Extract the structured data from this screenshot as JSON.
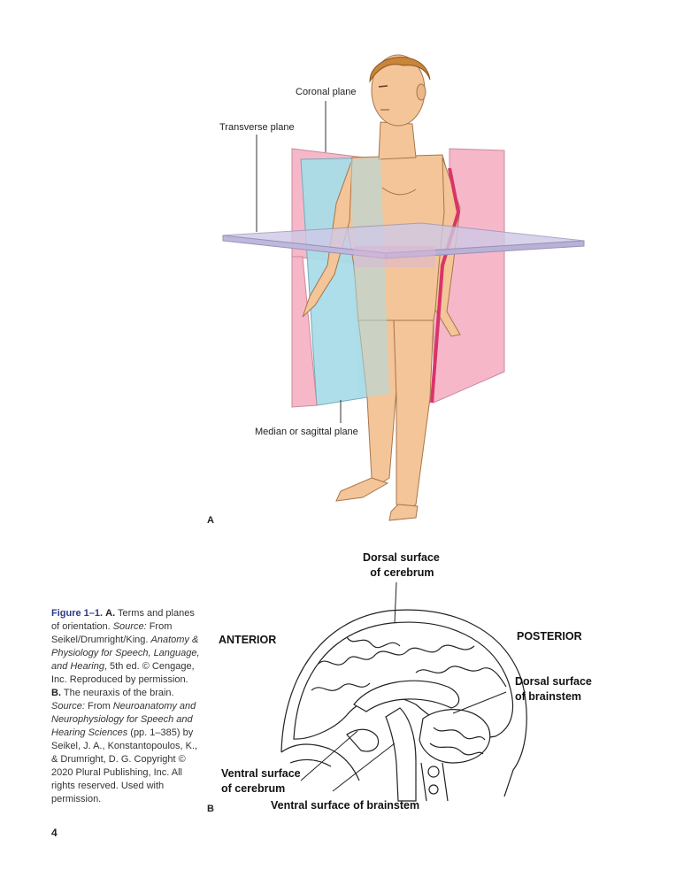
{
  "panel_a": {
    "letter": "A",
    "labels": {
      "coronal": "Coronal plane",
      "transverse": "Transverse plane",
      "median": "Median or sagittal plane"
    }
  },
  "panel_b": {
    "letter": "B",
    "labels": {
      "dorsal_cerebrum_1": "Dorsal surface",
      "dorsal_cerebrum_2": "of cerebrum",
      "anterior": "ANTERIOR",
      "posterior": "POSTERIOR",
      "dorsal_brainstem_1": "Dorsal surface",
      "dorsal_brainstem_2": "of brainstem",
      "ventral_cerebrum_1": "Ventral surface",
      "ventral_cerebrum_2": "of cerebrum",
      "ventral_brainstem": "Ventral surface of brainstem"
    }
  },
  "caption": {
    "figure_number": "Figure 1–1.",
    "a_letter": "A.",
    "a_text": "Terms and planes of orientation.",
    "source_label_1": "Source:",
    "source_1_pre": "From Seikel/Drumright/King.",
    "source_1_title": "Anatomy & Physiology for Speech, Language, and Hearing",
    "source_1_post": ", 5th ed. © Cengage, Inc. Reproduced by permission.",
    "b_letter": "B.",
    "b_text": "The neuraxis of the brain.",
    "source_label_2": "Source:",
    "source_2_pre": "From",
    "source_2_title": "Neuroanatomy and Neurophysiology for Speech and Hearing Sciences",
    "source_2_post": "(pp. 1–385) by Seikel, J. A., Konstantopoulos, K., & Drumright, D. G. Copyright © 2020 Plural Publishing, Inc. All rights reserved. Used with permission."
  },
  "page_number": "4",
  "colors": {
    "coronal_plane": "#f6b8c9",
    "sagittal_plane": "#a9dde8",
    "transverse_plane": "#cfc9e6",
    "skin": "#f3c598",
    "hair": "#c9853a",
    "caption_accent": "#2b3a8f"
  }
}
